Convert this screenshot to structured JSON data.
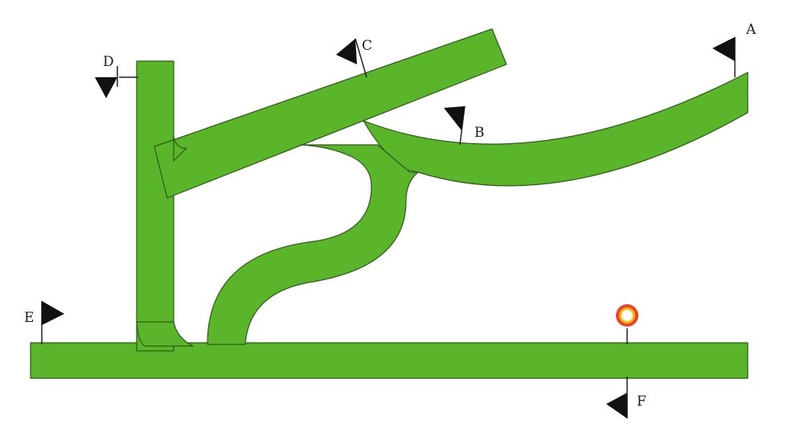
{
  "colors": {
    "track": "#5bb52a",
    "track_edge": "#2c5a18",
    "flag": "#111111",
    "pole": "#222222",
    "ring_outer": "#e8452a",
    "ring_inner": "#f5b80c"
  },
  "flags": {
    "A": {
      "label": "A"
    },
    "B": {
      "label": "B"
    },
    "C": {
      "label": "C"
    },
    "D": {
      "label": "D"
    },
    "E": {
      "label": "E"
    },
    "F": {
      "label": "F"
    }
  },
  "marker": {
    "icon": "ring-marker-icon"
  }
}
